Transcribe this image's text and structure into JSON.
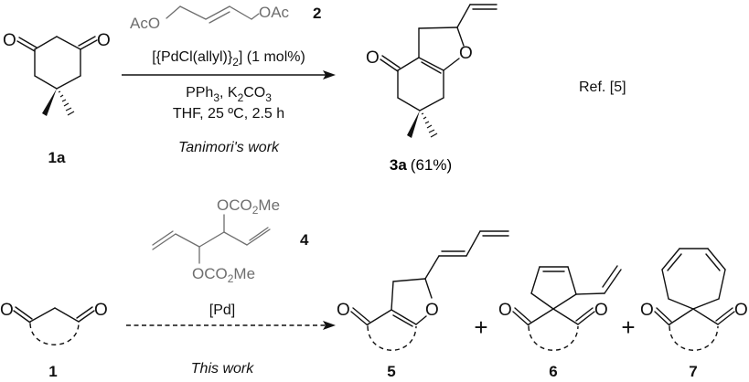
{
  "scheme": {
    "top_reaction": {
      "substrate": {
        "label": "1a",
        "atoms": {
          "o_left": "O",
          "o_right": "O"
        }
      },
      "reagent": {
        "label": "2",
        "left_group": "AcO",
        "right_group": "OAc"
      },
      "catalyst_line": {
        "main": "[{PdCl(allyl)}",
        "sub": "2",
        "tail": "] (1 mol%)"
      },
      "additives_line": {
        "p1": "PPh",
        "s1": "3",
        "p2": ", K",
        "s2": "2",
        "p3": "CO",
        "s3": "3"
      },
      "conditions_line": "THF, 25 ºC, 2.5 h",
      "attribution": "Tanimori's work",
      "product": {
        "label": "3a",
        "yield": "(61%)",
        "atoms": {
          "o_carbonyl": "O",
          "o_ring": "O"
        }
      },
      "reference": "Ref. [5]"
    },
    "bottom_reaction": {
      "substrate": {
        "label": "1",
        "atoms": {
          "o_left": "O",
          "o_right": "O"
        }
      },
      "reagent": {
        "label": "4",
        "top_group": {
          "main": "OCO",
          "sub": "2",
          "tail": "Me"
        },
        "bottom_group": {
          "main": "OCO",
          "sub": "2",
          "tail": "Me"
        }
      },
      "catalyst": "[Pd]",
      "attribution": "This work",
      "plus_sign": "+",
      "products": [
        {
          "label": "5",
          "atoms": {
            "o_carbonyl": "O",
            "o_ring": "O"
          }
        },
        {
          "label": "6",
          "atoms": {
            "o_left": "O",
            "o_right": "O"
          }
        },
        {
          "label": "7",
          "atoms": {
            "o_left": "O",
            "o_right": "O"
          }
        }
      ]
    },
    "colors": {
      "ink": "#111111",
      "reagent_gray": "#6e6e6e"
    }
  }
}
